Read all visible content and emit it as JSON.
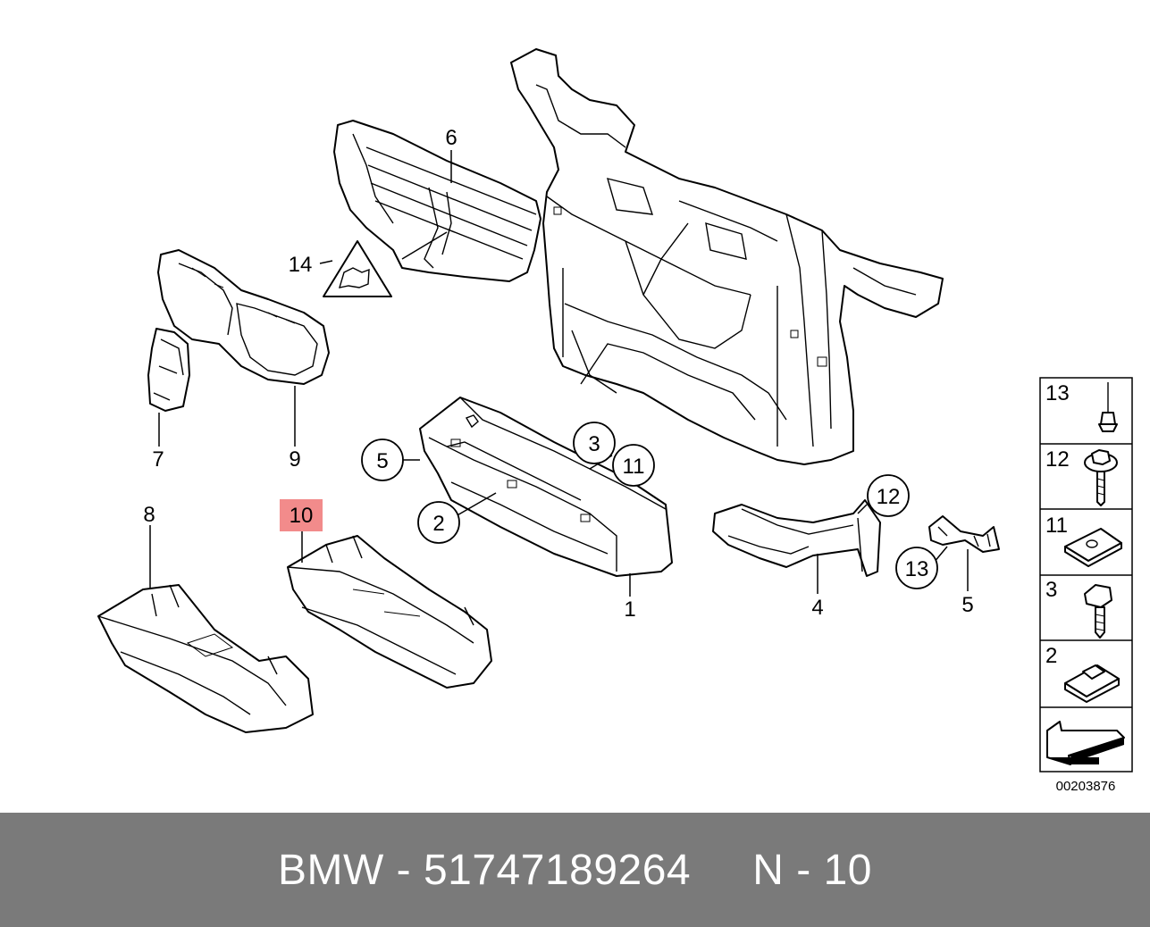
{
  "callouts": {
    "c1": "1",
    "c2": "2",
    "c3": "3",
    "c4": "4",
    "c5a": "5",
    "c5b": "5",
    "c6": "6",
    "c7": "7",
    "c8": "8",
    "c9": "9",
    "c10": "10",
    "c11": "11",
    "c12": "12",
    "c13": "13",
    "c14": "14"
  },
  "legend": {
    "items": [
      "13",
      "12",
      "11",
      "3",
      "2"
    ]
  },
  "doc_number": "00203876",
  "footer": {
    "text": "BMW - 51747189264     N - 10"
  },
  "colors": {
    "highlight": "#f28b8b",
    "footer_bg": "#7a7a7a"
  }
}
